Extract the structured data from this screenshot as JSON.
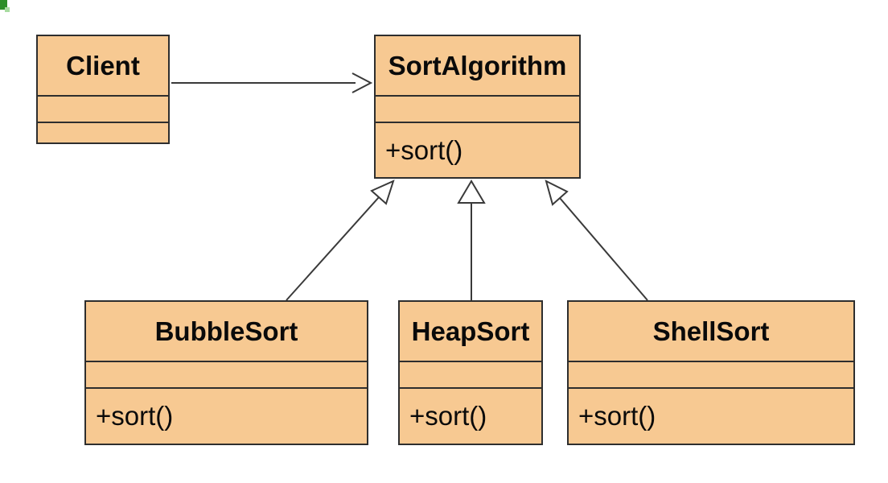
{
  "diagram_type": "uml-class-diagram",
  "classes": [
    {
      "name": "Client",
      "attributes_text": "",
      "operations_text": ""
    },
    {
      "name": "SortAlgorithm",
      "attributes_text": "",
      "operations_text": "+sort()"
    },
    {
      "name": "BubbleSort",
      "attributes_text": "",
      "operations_text": "+sort()"
    },
    {
      "name": "HeapSort",
      "attributes_text": "",
      "operations_text": "+sort()"
    },
    {
      "name": "ShellSort",
      "attributes_text": "",
      "operations_text": "+sort()"
    }
  ],
  "relationships": [
    {
      "type": "association",
      "from": "Client",
      "to": "SortAlgorithm",
      "arrowhead": "open-arrow"
    },
    {
      "type": "generalization",
      "from": "BubbleSort",
      "to": "SortAlgorithm",
      "arrowhead": "hollow-triangle"
    },
    {
      "type": "generalization",
      "from": "HeapSort",
      "to": "SortAlgorithm",
      "arrowhead": "hollow-triangle"
    },
    {
      "type": "generalization",
      "from": "ShellSort",
      "to": "SortAlgorithm",
      "arrowhead": "hollow-triangle"
    }
  ],
  "colors": {
    "box_fill": "#f7c992",
    "box_border": "#2e2e2e",
    "line": "#3a3a3a",
    "background": "#ffffff",
    "corner_mark_green": "#2d8e27",
    "text": "#0a0a0a"
  }
}
